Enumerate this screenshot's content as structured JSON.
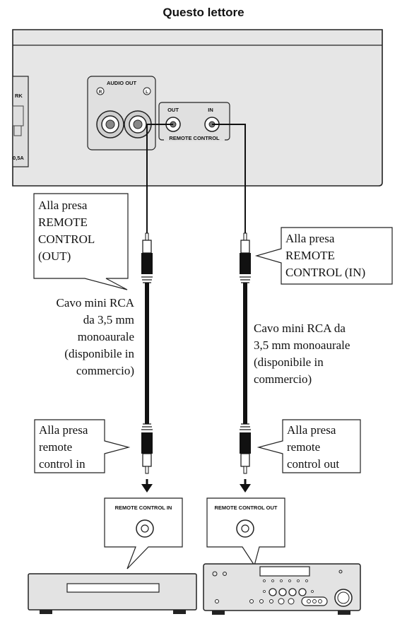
{
  "title": "Questo lettore",
  "panel": {
    "left_label": "RK",
    "left_rating": "0,5A",
    "audio_out": "AUDIO OUT",
    "audio_r": "R",
    "audio_l": "L",
    "out": "OUT",
    "in": "IN",
    "remote_control": "REMOTE CONTROL"
  },
  "callouts": {
    "top_left": [
      "Alla presa",
      "REMOTE",
      "CONTROL",
      "(OUT)"
    ],
    "top_right": [
      "Alla presa",
      "REMOTE",
      "CONTROL (IN)"
    ],
    "bottom_left": [
      "Alla presa",
      "remote",
      "control in"
    ],
    "bottom_right": [
      "Alla presa",
      "remote",
      "control out"
    ],
    "jack_left": "REMOTE CONTROL IN",
    "jack_right": "REMOTE CONTROL OUT"
  },
  "cable_left": [
    "Cavo mini RCA",
    "da 3,5 mm",
    "monoaurale",
    "(disponibile in",
    "commercio)"
  ],
  "cable_right": [
    "Cavo mini RCA da",
    "3,5 mm monoaurale",
    "(disponibile in",
    "commercio)"
  ]
}
